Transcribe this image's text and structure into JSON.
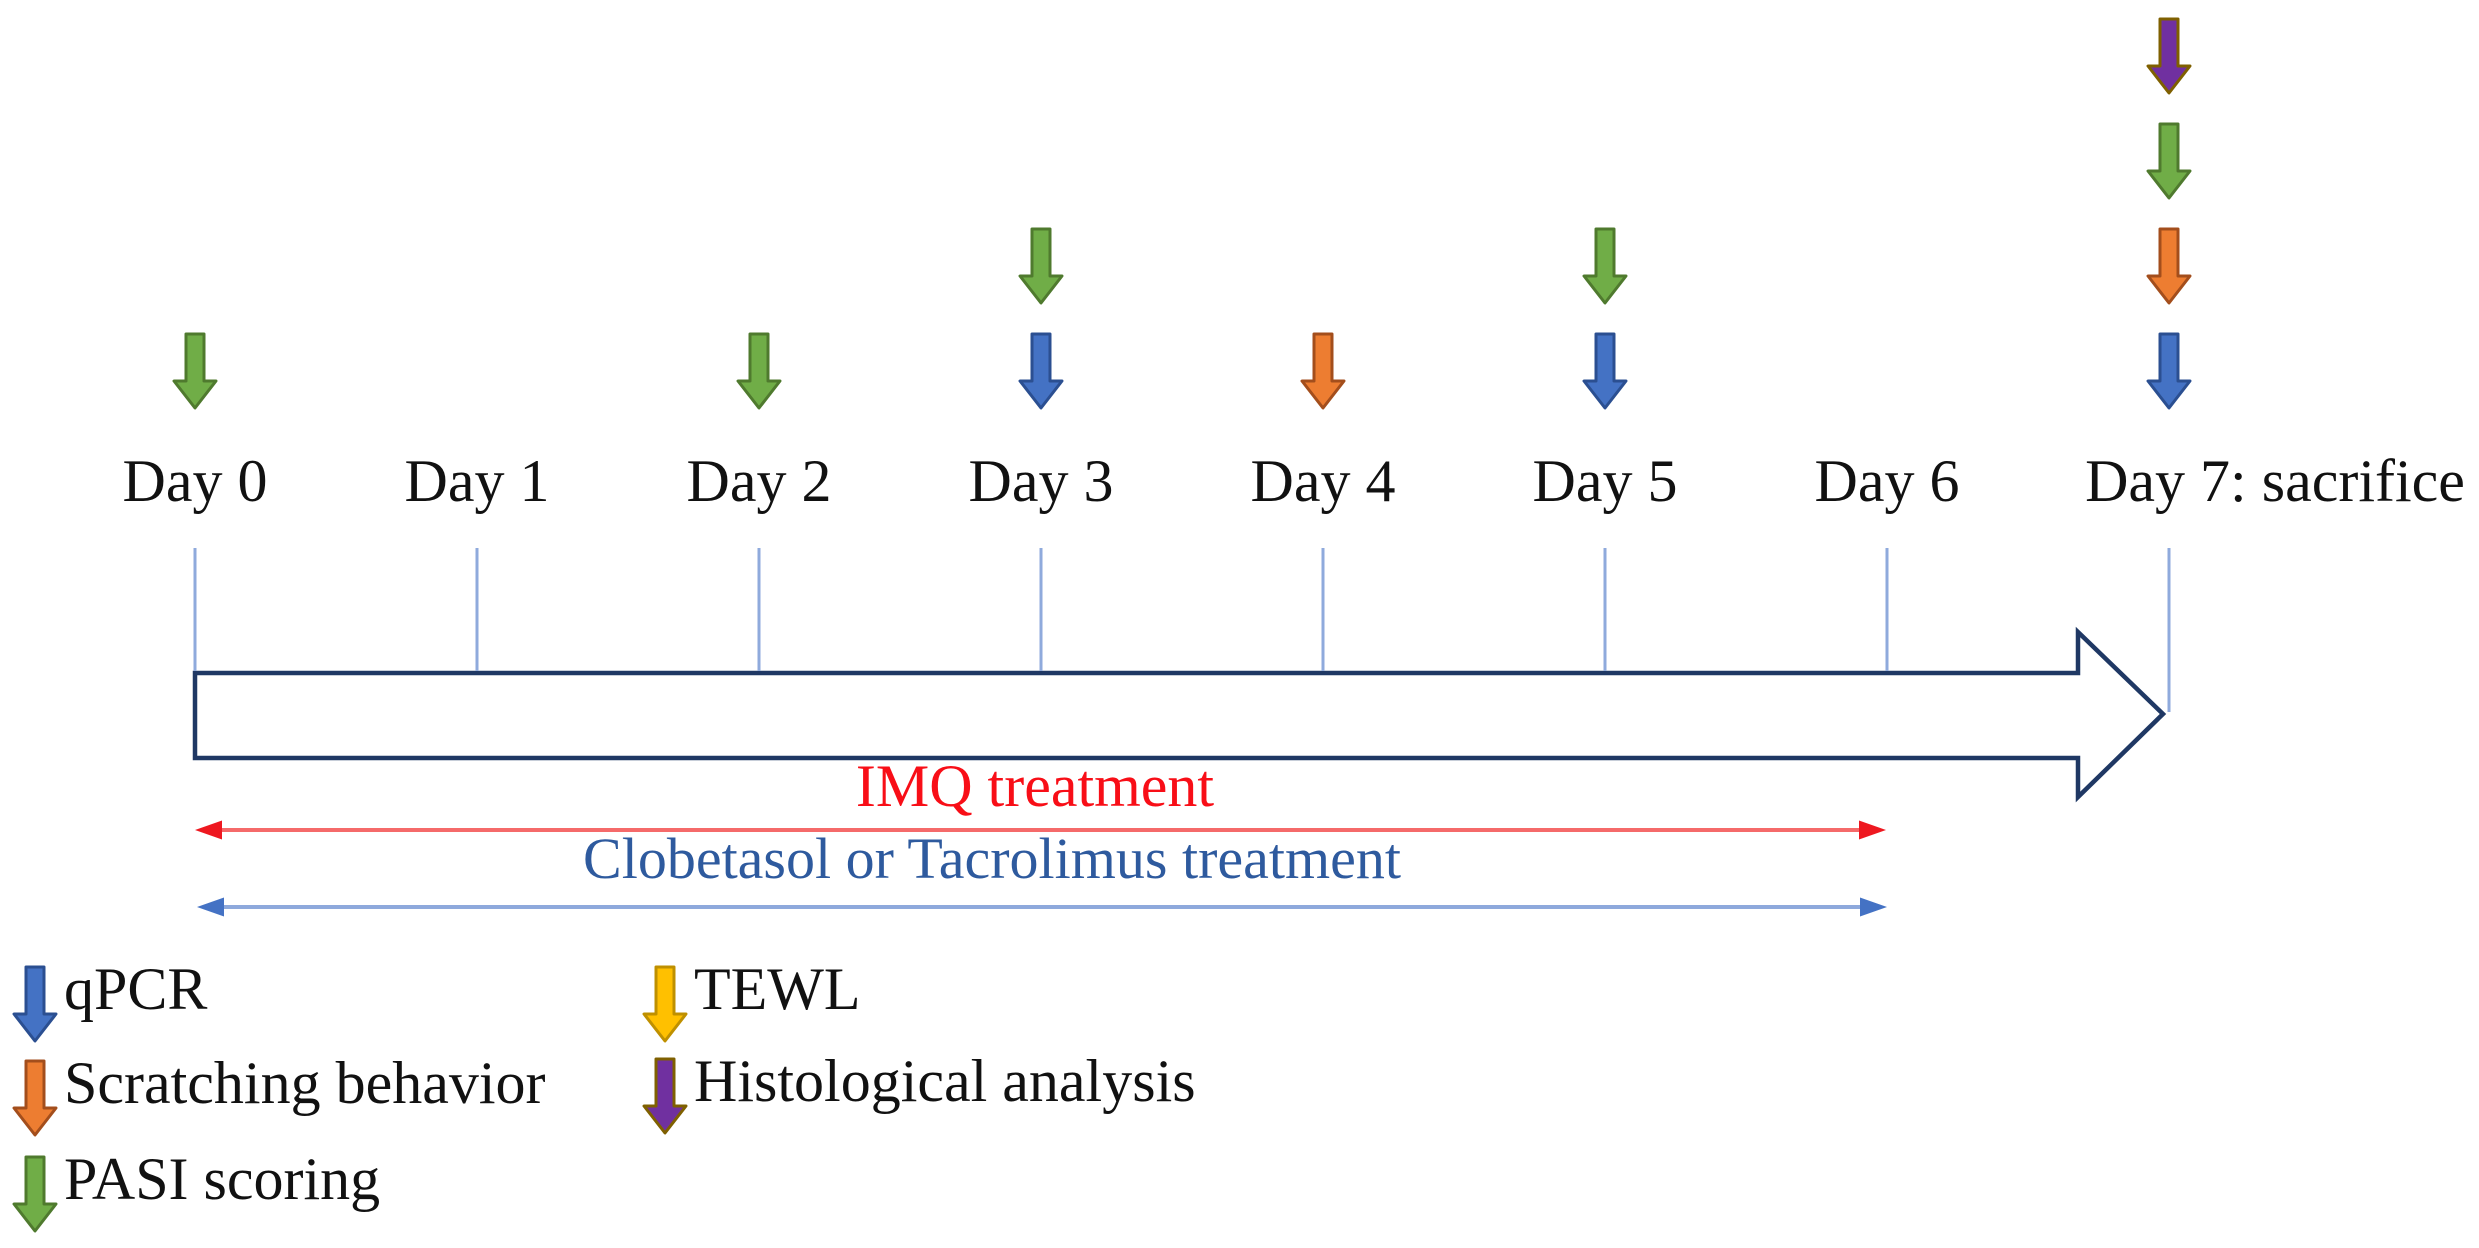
{
  "days": [
    {
      "label": "Day 0",
      "events": [
        "pasi"
      ]
    },
    {
      "label": "Day 1",
      "events": []
    },
    {
      "label": "Day 2",
      "events": [
        "pasi"
      ]
    },
    {
      "label": "Day 3",
      "events": [
        "qpcr",
        "pasi"
      ]
    },
    {
      "label": "Day 4",
      "events": [
        "scratching"
      ]
    },
    {
      "label": "Day 5",
      "events": [
        "qpcr",
        "pasi"
      ]
    },
    {
      "label": "Day 6",
      "events": []
    },
    {
      "label": "Day 7: sacrifice",
      "events": [
        "qpcr",
        "scratching",
        "pasi",
        "histology"
      ]
    }
  ],
  "event_types": {
    "qpcr": {
      "label": "qPCR",
      "fill": "#4472C4",
      "stroke": "#2B4F91"
    },
    "scratching": {
      "label": "Scratching behavior",
      "fill": "#ED7D31",
      "stroke": "#A34E1C"
    },
    "pasi": {
      "label": "PASI scoring",
      "fill": "#70AD47",
      "stroke": "#4F7A2E"
    },
    "tewl": {
      "label": "TEWL",
      "fill": "#FFC000",
      "stroke": "#BF9000"
    },
    "histology": {
      "label": "Histological analysis",
      "fill": "#7030A0",
      "stroke": "#7F6000"
    }
  },
  "legend": {
    "left": [
      "qpcr",
      "scratching",
      "pasi"
    ],
    "right": [
      "tewl",
      "histology"
    ]
  },
  "treatments": [
    {
      "label": "IMQ treatment",
      "text_color": "#F80E17",
      "line_color": "#F56A6A",
      "head_color": "#EE1820",
      "span_days": "Day 0 to Day 6"
    },
    {
      "label": "Clobetasol or Tacrolimus treatment",
      "text_color": "#2E5A9E",
      "line_color": "#8EA9DC",
      "head_color": "#4472C4",
      "span_days": "Day 0 to Day 6"
    }
  ],
  "timeline": {
    "outline_color": "#1F3864",
    "fill_color": "#FFFFFF",
    "tick_color": "#8FAADC"
  }
}
